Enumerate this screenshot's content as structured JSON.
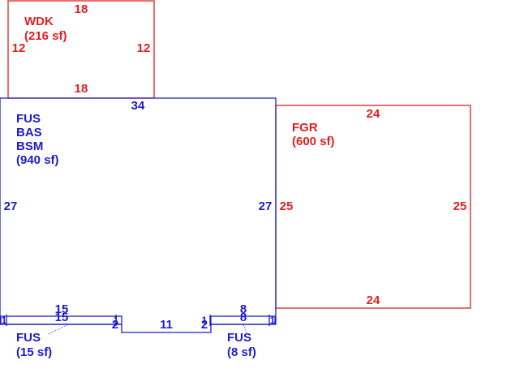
{
  "areas": {
    "wdk": {
      "label": "WDK",
      "area": "(216 sf)",
      "dims": {
        "top": "18",
        "bottom": "18",
        "left": "12",
        "right": "12"
      }
    },
    "main": {
      "labels": [
        "FUS",
        "BAS",
        "BSM"
      ],
      "area": "(940 sf)",
      "dims": {
        "top": "34",
        "left": "27",
        "right": "27",
        "notch_bottom": "11",
        "notch_left": "2",
        "notch_right": "2"
      }
    },
    "fgr": {
      "label": "FGR",
      "area": "(600 sf)",
      "dims": {
        "top": "24",
        "bottom": "24",
        "left": "25",
        "right": "25"
      }
    },
    "fus_left": {
      "label": "FUS",
      "area": "(15 sf)",
      "dims": {
        "top": "15",
        "bottom": "15",
        "left": "1",
        "right": "1"
      }
    },
    "fus_right": {
      "label": "FUS",
      "area": "(8 sf)",
      "dims": {
        "top": "8",
        "bottom": "8",
        "left": "1",
        "right": "1"
      }
    }
  },
  "colors": {
    "red": "#e02020",
    "blue": "#1c1cc8"
  }
}
